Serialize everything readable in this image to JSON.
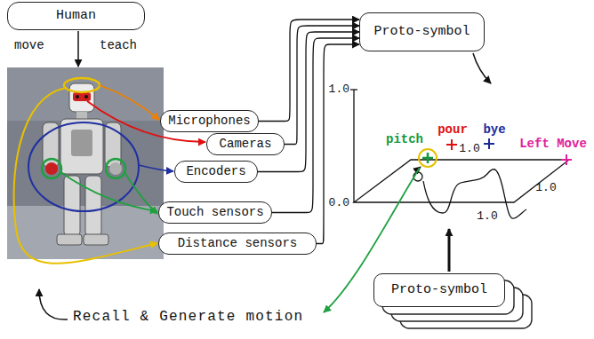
{
  "diagram": {
    "nodes": [
      {
        "text": [
          "Human"
        ]
      },
      {
        "text": [
          "Microphones"
        ]
      },
      {
        "text": [
          "Cameras"
        ]
      },
      {
        "text": [
          "Encoders"
        ]
      },
      {
        "text": [
          "Touch sensors"
        ]
      },
      {
        "text": [
          "Distance sensors"
        ]
      },
      {
        "text": [
          "Proto-symbol"
        ]
      },
      {
        "text": [
          "Proto-symbol"
        ]
      }
    ],
    "edges": [
      {
        "from": 1,
        "to": 6,
        "arrow": "to"
      },
      {
        "from": 2,
        "to": 6,
        "arrow": "to"
      },
      {
        "from": 3,
        "to": 6,
        "arrow": "to"
      },
      {
        "from": 4,
        "to": 6,
        "arrow": "to"
      },
      {
        "from": 5,
        "to": 6,
        "arrow": "to"
      }
    ],
    "labels": [
      "move",
      "teach",
      "1.0",
      "pour",
      "bye",
      "pitch",
      "Left Move",
      "1.0",
      "1.0",
      "0.0",
      "1.0",
      "Recall & Generate motion"
    ]
  }
}
